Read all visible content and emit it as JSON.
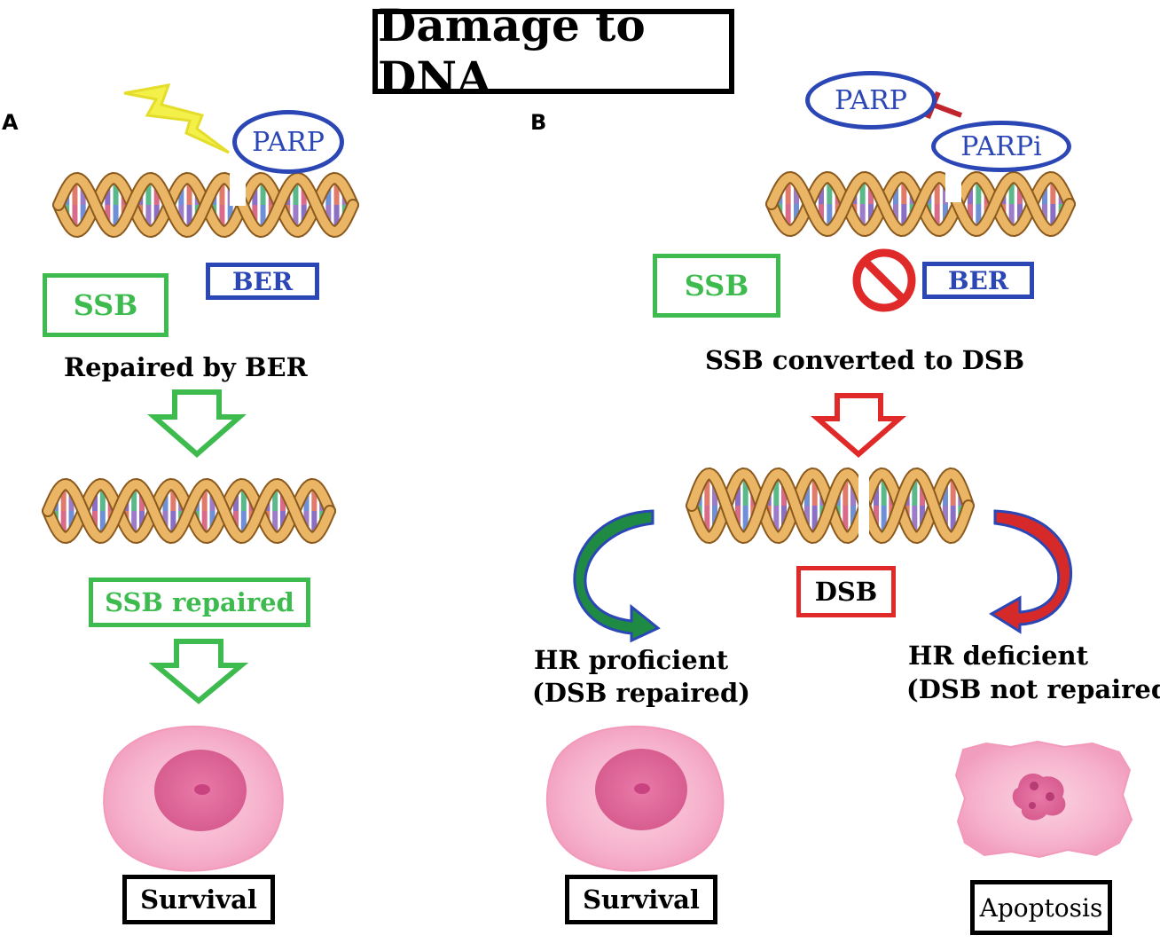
{
  "title": "Damage to DNA",
  "panel_a": {
    "letter": "A",
    "parp": "PARP",
    "ssb": "SSB",
    "ber": "BER",
    "repaired_text": "Repaired by BER",
    "ssb_repaired": "SSB repaired",
    "outcome": "Survival"
  },
  "panel_b": {
    "letter": "B",
    "parp": "PARP",
    "parpi": "PARPi",
    "ssb": "SSB",
    "ber": "BER",
    "converted_text": "SSB converted to DSB",
    "dsb": "DSB",
    "hr_proficient_line1": "HR proficient",
    "hr_proficient_line2": "(DSB repaired)",
    "hr_deficient_line1": "HR deficient",
    "hr_deficient_line2": "(DSB not repaired)",
    "outcome_left": "Survival",
    "outcome_right": "Apoptosis"
  },
  "colors": {
    "green": "#3dbb4e",
    "blue": "#2b46b5",
    "red": "#e02a2a",
    "lightning": "#f2ee3a",
    "dna_backbone": "#e8b25c",
    "cell": "#f4a9c4",
    "nucleus": "#e0709f"
  }
}
